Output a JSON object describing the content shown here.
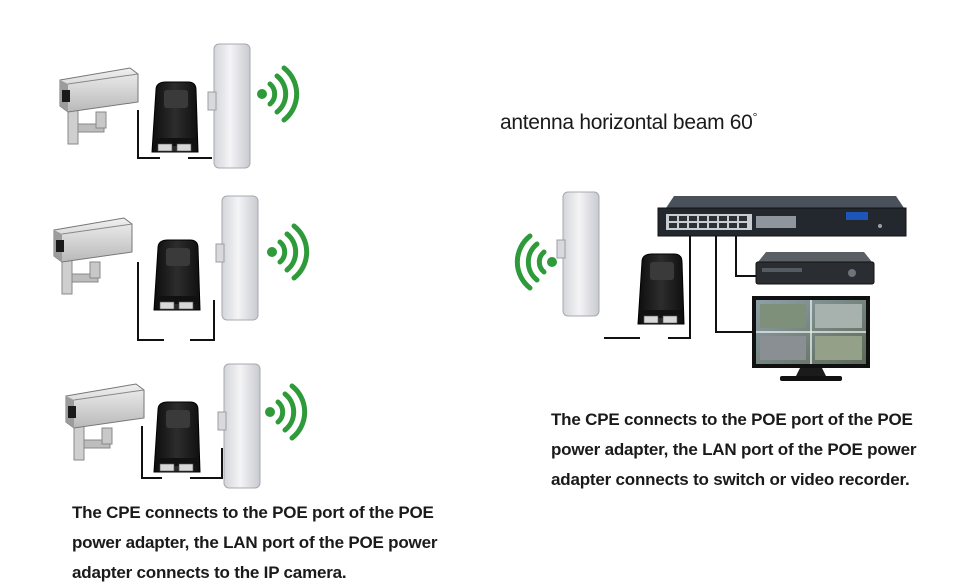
{
  "title": {
    "text": "antenna horizontal beam 60",
    "degree_mark": "°"
  },
  "captions": {
    "left": [
      "The CPE connects to the POE port of the POE",
      "power adapter, the LAN port of the POE power",
      "adapter connects to the IP camera."
    ],
    "right": [
      "The CPE connects to the POE port of the POE",
      "power adapter, the LAN port of the POE power",
      "adapter connects to switch or video recorder."
    ]
  },
  "devices": {
    "cpe_units": [
      "cpe-antenna",
      "cpe-antenna",
      "cpe-antenna",
      "cpe-antenna"
    ],
    "poe_adapters": [
      "poe-adapter",
      "poe-adapter",
      "poe-adapter",
      "poe-adapter"
    ],
    "cameras": [
      "ip-camera",
      "ip-camera",
      "ip-camera"
    ],
    "network": [
      "network-switch",
      "video-recorder",
      "monitor"
    ]
  },
  "colors": {
    "wifi_green": "#2f9a3a",
    "cable": "#111111",
    "cpe_body": "#e8e8ec",
    "adapter_black": "#1b1b1b",
    "switch_dark": "#23282f",
    "switch_accent": "#1d55b8"
  }
}
